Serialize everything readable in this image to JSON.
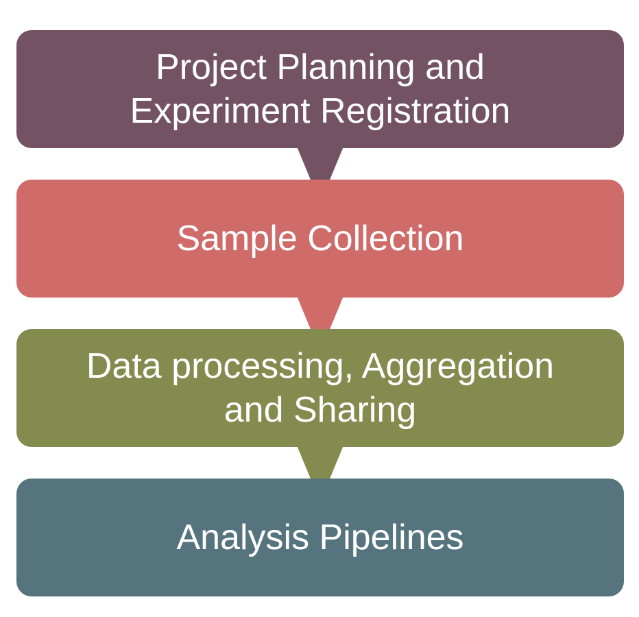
{
  "flow": {
    "steps": [
      {
        "label": "Project Planning and\nExperiment Registration",
        "color": "#735264"
      },
      {
        "label": "Sample Collection",
        "color": "#cf6b69"
      },
      {
        "label": "Data processing, Aggregation\nand Sharing",
        "color": "#838b4f"
      },
      {
        "label": "Analysis Pipelines",
        "color": "#55747d"
      }
    ]
  }
}
